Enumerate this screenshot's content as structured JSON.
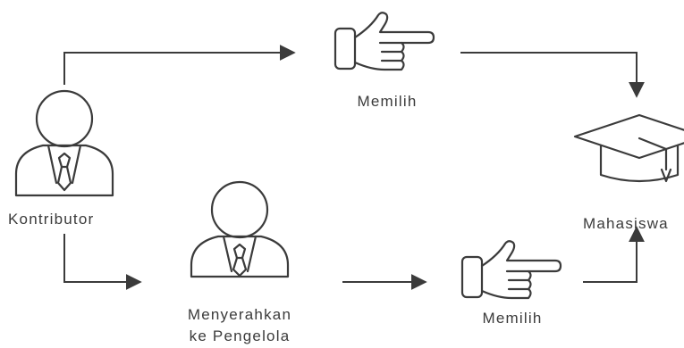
{
  "diagram": {
    "nodes": {
      "kontributor": {
        "label": "Kontributor",
        "icon": "person-icon"
      },
      "pengelola": {
        "label_line1": "Menyerahkan",
        "label_line2": "ke Pengelola",
        "icon": "person-icon"
      },
      "memilih_top": {
        "label": "Memilih",
        "icon": "pointing-hand-icon"
      },
      "memilih_bottom": {
        "label": "Memilih",
        "icon": "pointing-hand-icon"
      },
      "mahasiswa": {
        "label": "Mahasiswa",
        "icon": "graduation-cap-icon"
      }
    },
    "colors": {
      "stroke": "#3b3b3b",
      "background": "#ffffff"
    }
  }
}
